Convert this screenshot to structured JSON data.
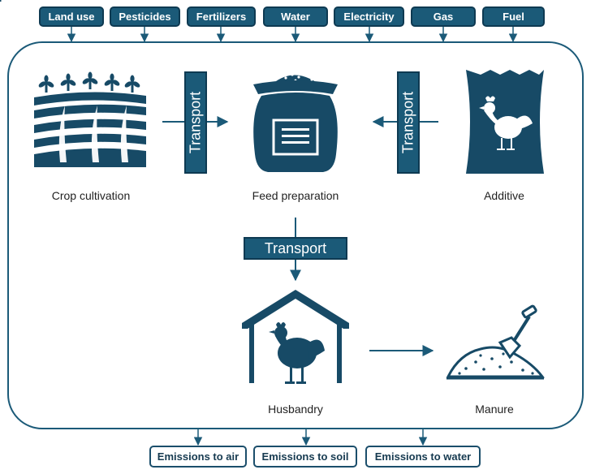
{
  "inputs": {
    "land_use": "Land use",
    "pesticides": "Pesticides",
    "fertilizers": "Fertilizers",
    "water": "Water",
    "electricity": "Electricity",
    "gas": "Gas",
    "fuel": "Fuel"
  },
  "outputs": {
    "air": "Emissions to air",
    "soil": "Emissions to soil",
    "water": "Emissions to water"
  },
  "transport_label": "Transport",
  "stages": {
    "crop_cultivation": "Crop cultivation",
    "feed_preparation": "Feed preparation",
    "additive": "Additive",
    "husbandry": "Husbandry",
    "manure": "Manure"
  },
  "icons": {
    "crop": "crop-field-icon",
    "feed": "feed-sack-icon",
    "additive": "chicken-feed-bag-icon",
    "husbandry": "chicken-coop-icon",
    "manure": "manure-shovel-icon"
  },
  "colors": {
    "primary": "#1b5a78",
    "border": "#0e3a52",
    "icon": "#174a66",
    "line": "#1b5a78"
  }
}
